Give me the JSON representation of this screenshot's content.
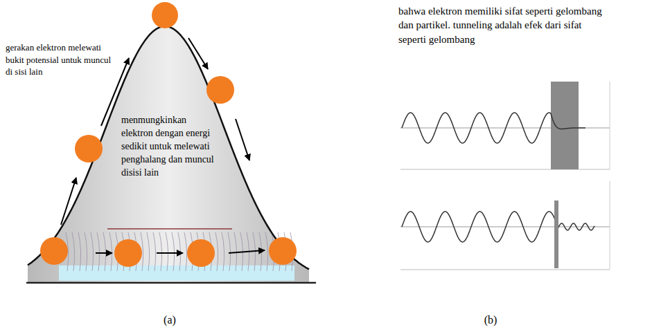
{
  "diagram": {
    "labels": [
      "gerakan elektron melewati bukit potensial untuk muncul di sisi lain",
      "menmungkinkan elektron dengan energi sedikit untuk melewati penghalang dan muncul disisi lain",
      "bahwa elektron memiliki sifat seperti gelombang dan partikel. tunneling adalah efek dari sifat seperti gelombang",
      "(a)",
      "(b)"
    ]
  }
}
